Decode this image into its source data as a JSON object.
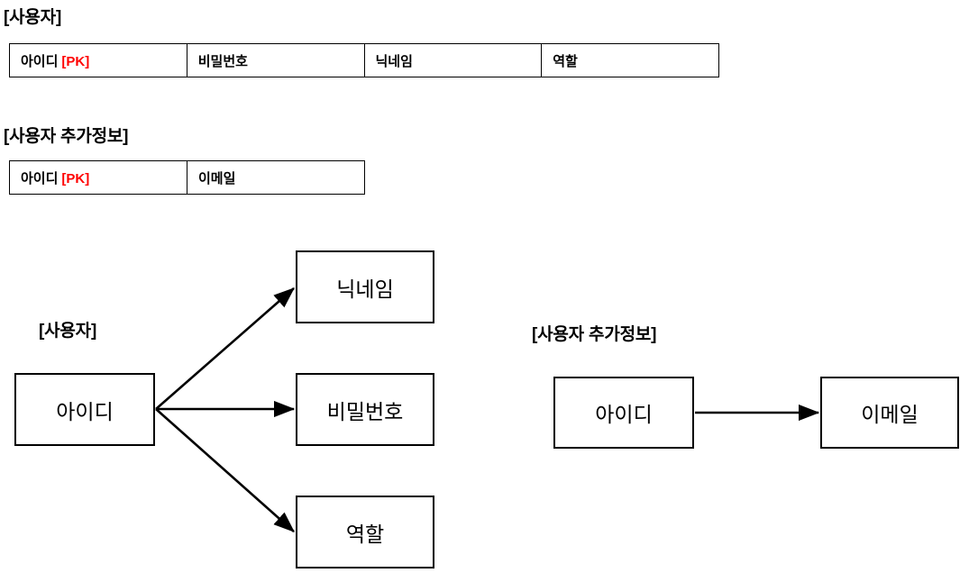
{
  "tables": [
    {
      "caption": "[사용자]",
      "columns": [
        {
          "name": "아이디",
          "pk": "[PK]"
        },
        {
          "name": "비밀번호",
          "pk": ""
        },
        {
          "name": "닉네임",
          "pk": ""
        },
        {
          "name": "역할",
          "pk": ""
        }
      ]
    },
    {
      "caption": "[사용자 추가정보]",
      "columns": [
        {
          "name": "아이디",
          "pk": "[PK]"
        },
        {
          "name": "이메일",
          "pk": ""
        }
      ]
    }
  ],
  "diagrams": [
    {
      "label": "[사용자]",
      "source": "아이디",
      "targets": [
        "닉네임",
        "비밀번호",
        "역할"
      ]
    },
    {
      "label": "[사용자 추가정보]",
      "source": "아이디",
      "targets": [
        "이메일"
      ]
    }
  ],
  "colors": {
    "pk_red": "#ff0000",
    "line_black": "#000000",
    "background": "#ffffff"
  }
}
